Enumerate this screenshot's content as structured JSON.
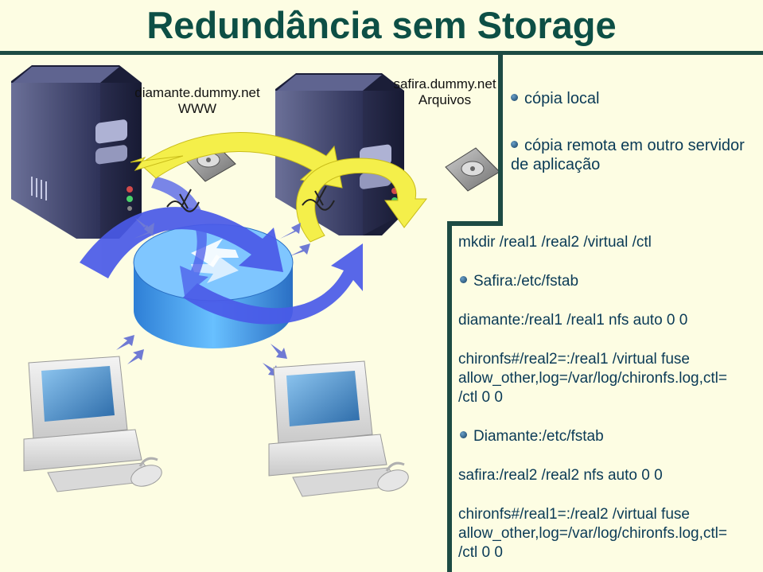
{
  "slide": {
    "title": "Redundância sem Storage"
  },
  "servers": [
    {
      "hostname": "diamante.dummy.net",
      "service": "WWW"
    },
    {
      "hostname": "safira.dummy.net",
      "service": "Arquivos"
    }
  ],
  "bullets_top": [
    "cópia local",
    "cópia remota em outro servidor",
    "de aplicação"
  ],
  "config": {
    "mkdir": "mkdir /real1 /real2 /virtual /ctl",
    "safira_fstab_heading": "Safira:/etc/fstab",
    "safira_line1": "diamante:/real1 /real1 nfs auto 0 0",
    "safira_line2a": "chironfs#/real2=:/real1 /virtual fuse",
    "safira_line2b": "allow_other,log=/var/log/chironfs.log,ctl=",
    "safira_line2c": "/ctl 0 0",
    "diamante_fstab_heading": "Diamante:/etc/fstab",
    "diamante_line1": "safira:/real2 /real2 nfs auto 0 0",
    "diamante_line2a": "chironfs#/real1=:/real2 /virtual fuse",
    "diamante_line2b": "allow_other,log=/var/log/chironfs.log,ctl=",
    "diamante_line2c": "/ctl 0 0"
  },
  "colors": {
    "title": "#0d4f45",
    "divider": "#1d4b44",
    "background": "#fdfde3",
    "server_body": "#3c4068",
    "yellow_arrow": "#f4ef4a",
    "blue_arrow": "#4a5ae8",
    "router": "#4aa6f0"
  },
  "icons": [
    "server-icon",
    "hard-disk-icon",
    "router-icon",
    "workstation-icon",
    "mouse-icon",
    "bullet-icon"
  ]
}
